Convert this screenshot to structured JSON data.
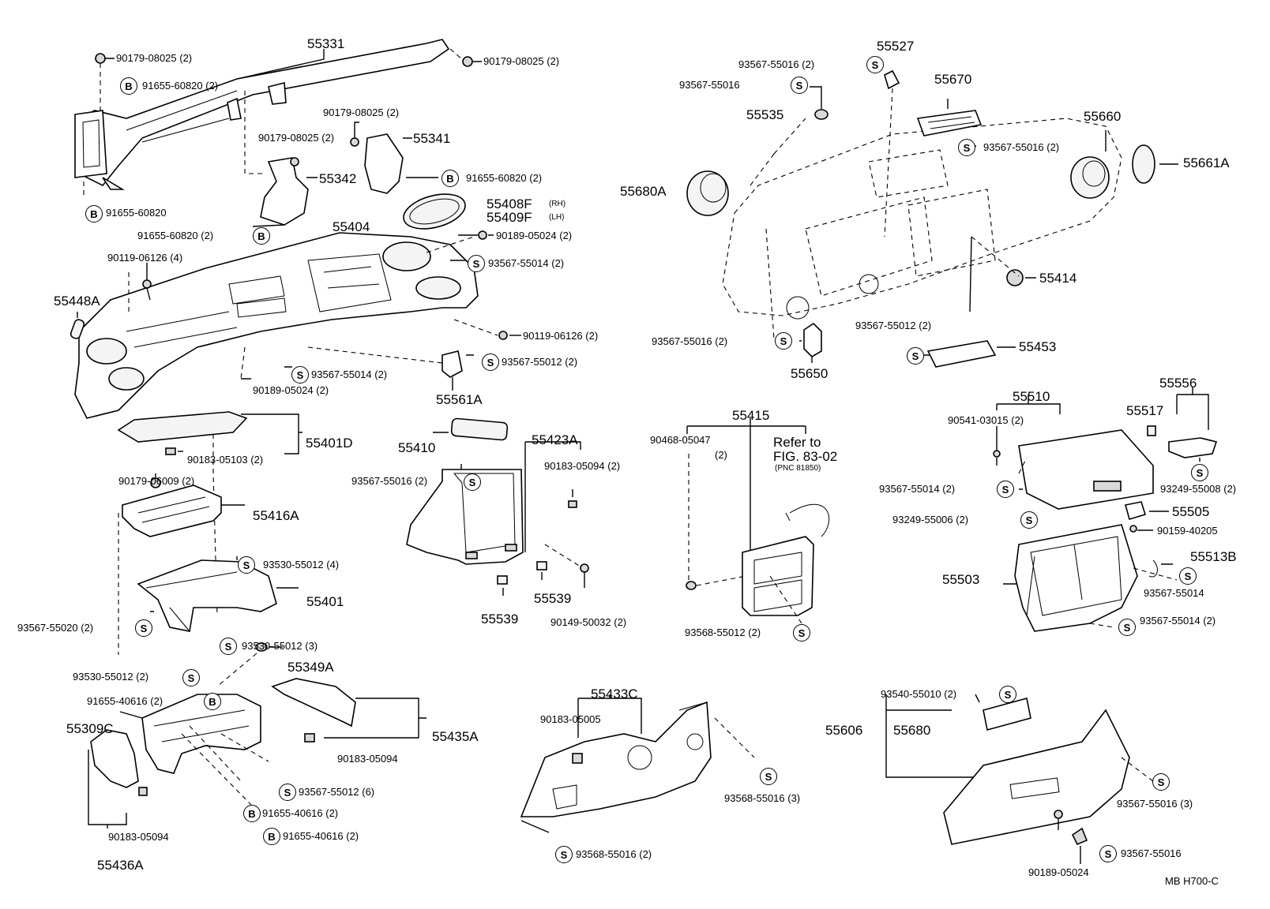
{
  "footer_code": "MB  H700-C",
  "markers": {
    "S": "S",
    "B": "B"
  },
  "labels": {
    "p55331": "55331",
    "p90179_08025_a": "90179-08025 (2)",
    "p90179_08025_b": "90179-08025 (2)",
    "p91655_60820_a": "91655-60820 (2)",
    "p90179_08025_c": "90179-08025 (2)",
    "p90179_08025_d": "90179-08025 (2)",
    "p55341": "55341",
    "p55342": "55342",
    "p91655_60820_b": "91655-60820 (2)",
    "p91655_60820_c": "91655-60820",
    "p91655_60820_d": "91655-60820 (2)",
    "p55408F": "55408F",
    "p55409F": "55409F",
    "rh": "(RH)",
    "lh": "(LH)",
    "p55404": "55404",
    "p90189_05024_a": "90189-05024 (2)",
    "p90119_06126_a": "90119-06126 (4)",
    "p93567_55014_a": "93567-55014 (2)",
    "p55448A": "55448A",
    "p90119_06126_b": "90119-06126 (2)",
    "p93567_55012_a": "93567-55012 (2)",
    "p93567_55014_b": "93567-55014 (2)",
    "p90189_05024_b": "90189-05024 (2)",
    "p55561A": "55561A",
    "p55401D": "55401D",
    "p90183_05103": "90183-05103 (2)",
    "p90179_06009": "90179-06009 (2)",
    "p55416A": "55416A",
    "p93530_55012_a": "93530-55012 (4)",
    "p55401": "55401",
    "p93567_55020": "93567-55020 (2)",
    "p93530_55012_b": "93530-55012 (3)",
    "p93530_55012_c": "93530-55012 (2)",
    "p55349A": "55349A",
    "p91655_40616_a": "91655-40616 (2)",
    "p55309C": "55309C",
    "p55435A": "55435A",
    "p90183_05094_a": "90183-05094",
    "p93567_55012_b": "93567-55012 (6)",
    "p91655_40616_b": "91655-40616 (2)",
    "p91655_40616_c": "91655-40616 (2)",
    "p90183_05094_b": "90183-05094",
    "p55436A": "55436A",
    "p55410": "55410",
    "p55423A": "55423A",
    "p93567_55016_a": "93567-55016 (2)",
    "p90183_05094_c": "90183-05094 (2)",
    "p55539_a": "55539",
    "p55539_b": "55539",
    "p90149_50032": "90149-50032 (2)",
    "p55433C": "55433C",
    "p90183_05005": "90183-05005",
    "p93568_55016_a": "93568-55016 (3)",
    "p93568_55016_b": "93568-55016 (2)",
    "p55415": "55415",
    "p90468_05047": "90468-05047",
    "p90468_qty": "(2)",
    "refer1": "Refer to",
    "refer2": "FIG. 83-02",
    "refer3": "(PNC 81850)",
    "p93568_55012": "93568-55012 (2)",
    "p93567_55016_b": "93567-55016 (2)",
    "p55527": "55527",
    "p93567_55016_c": "93567-55016",
    "p55535": "55535",
    "p55670": "55670",
    "p55660": "55660",
    "p93567_55016_d": "93567-55016 (2)",
    "p55661A": "55661A",
    "p55680A": "55680A",
    "p55414": "55414",
    "p93567_55016_e": "93567-55016 (2)",
    "p93567_55012_c": "93567-55012 (2)",
    "p55453": "55453",
    "p55650": "55650",
    "p55510": "55510",
    "p55556": "55556",
    "p90541_03015": "90541-03015 (2)",
    "p55517": "55517",
    "p93567_55014_c": "93567-55014 (2)",
    "p93249_55008": "93249-55008 (2)",
    "p93249_55006": "93249-55006 (2)",
    "p55505": "55505",
    "p90159_40205": "90159-40205",
    "p55503": "55503",
    "p55513B": "55513B",
    "p93567_55014_d": "93567-55014",
    "p93567_55014_e": "93567-55014 (2)",
    "p93540_55010": "93540-55010 (2)",
    "p55606": "55606",
    "p55680": "55680",
    "p93567_55016_f": "93567-55016 (3)",
    "p93567_55016_g": "93567-55016",
    "p90189_05024_c": "90189-05024"
  }
}
